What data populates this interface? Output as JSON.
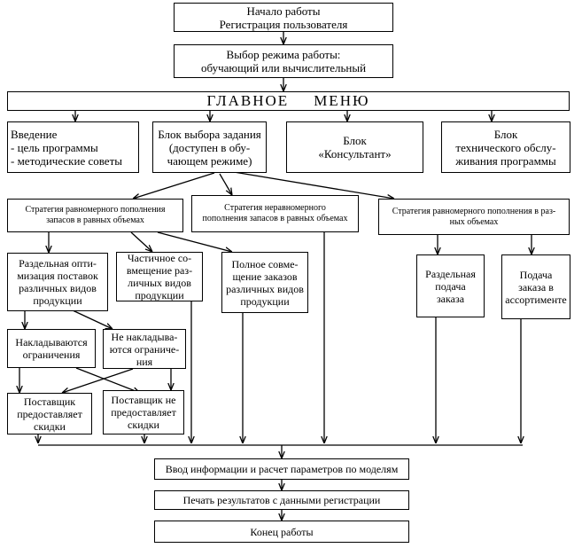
{
  "start": {
    "line1": "Начало работы",
    "line2": "Регистрация пользователя"
  },
  "mode": {
    "line1": "Выбор режима работы:",
    "line2": "обучающий или вычислительный"
  },
  "main_menu": {
    "word1": "ГЛАВНОЕ",
    "word2": "МЕНЮ"
  },
  "intro": {
    "line1": "Введение",
    "line2": "- цель программы",
    "line3": "- методические советы"
  },
  "task_block": {
    "line1": "Блок выбора задания",
    "line2": "(доступен в обу-",
    "line3": "чающем режиме)"
  },
  "consultant": {
    "line1": "Блок",
    "line2": "«Консультант»"
  },
  "tech_block": {
    "line1": "Блок",
    "line2": "технического обслу-",
    "line3": "живания программы"
  },
  "strategy_even1": {
    "line1": "Стратегия равномерного пополнения",
    "line2": "запасов в равных объемах"
  },
  "strategy_uneven": {
    "line1": "Стратегия неравномерного",
    "line2": "пополнения запасов в равных объемах"
  },
  "strategy_even2": {
    "line1": "Стратегия равномерного пополнения в раз-",
    "line2": "ных объемах"
  },
  "separate_opt": {
    "line1": "Раздельная опти-",
    "line2": "мизация поставок",
    "line3": "различных видов",
    "line4": "продукции"
  },
  "partial": {
    "line1": "Частичное со-",
    "line2": "вмещение раз-",
    "line3": "личных видов",
    "line4": "продукции"
  },
  "full": {
    "line1": "Полное совме-",
    "line2": "щение заказов",
    "line3": "различных видов",
    "line4": "продукции"
  },
  "separate_order": {
    "line1": "Раздельная",
    "line2": "подача",
    "line3": "заказа"
  },
  "assortment_order": {
    "line1": "Подача",
    "line2": "заказа в",
    "line3": "ассортименте"
  },
  "constraints_yes": {
    "line1": "Накладываются",
    "line2": "ограничения"
  },
  "constraints_no": {
    "line1": "Не накладыва-",
    "line2": "ются ограниче-",
    "line3": "ния"
  },
  "supplier_disc": {
    "line1": "Поставщик",
    "line2": "предоставляет",
    "line3": "скидки"
  },
  "supplier_nodisc": {
    "line1": "Поставщик не",
    "line2": "предоставляет",
    "line3": "скидки"
  },
  "input_calc": {
    "line1": "Ввод информации и расчет параметров по моделям"
  },
  "print": {
    "line1": "Печать результатов с данными регистрации"
  },
  "end": {
    "line1": "Конец работы"
  },
  "colors": {
    "line": "#000000",
    "background": "#ffffff"
  }
}
